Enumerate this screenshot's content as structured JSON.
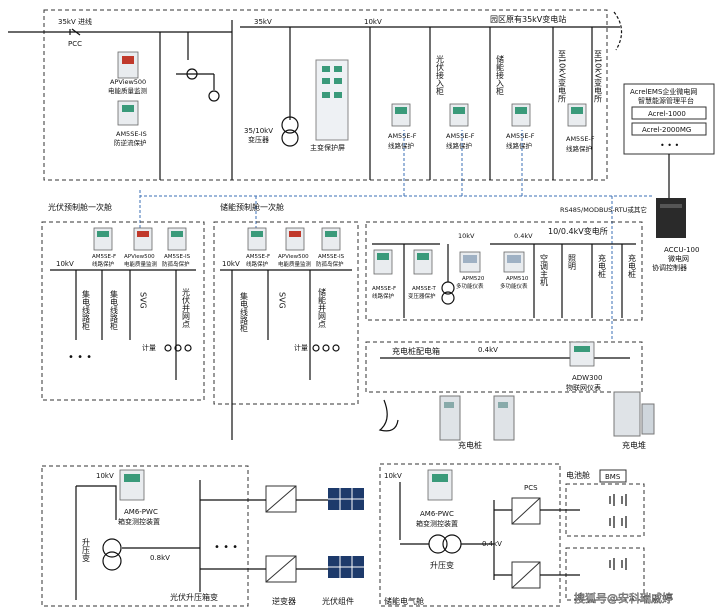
{
  "labels": {
    "line_in": "35kV 进线",
    "pcc": "PCC",
    "bus_35kv": "35kV",
    "bus_10kv_top": "10kV",
    "station_orig": "园区原有35kV变电站",
    "apview_a": "APView500",
    "apview_a2": "电能质量监测",
    "am5se_is": "AM5SE-IS",
    "am5se_is2": "防逆流保护",
    "transformer_a": "35/10kV",
    "transformer_a2": "变压器",
    "main_prot": "主变保护屏",
    "pv_cab": "光伏接入柜",
    "es_cab": "储能接入柜",
    "to_sub1": "至10kV变电所",
    "to_sub2": "至10kV变电所",
    "am5se_f1": "AM5SE-F",
    "line_prot1": "线路保护",
    "am5se_f2": "AM5SE-F",
    "line_prot2": "线路保护",
    "am5se_f3": "AM5SE-F",
    "line_prot3": "线路保护",
    "am5se_f4": "AM5SE-F",
    "line_prot4": "线路保护",
    "platform_title1": "AcrelEMS企业微电网",
    "platform_title2": "智慧能源管理平台",
    "platform_row1": "Acrel-1000",
    "platform_row2": "Acrel-2000MG",
    "platform_more": "• • •",
    "pv_hut": "光伏预制舱一次舱",
    "es_hut": "储能预制舱一次舱",
    "protocol": "RS485/MODBUS-RTU或其它",
    "accu1": "ACCU-100",
    "accu2": "微电网",
    "accu3": "协调控制器",
    "sub_04": "10/0.4kV变电所",
    "pv_10kv": "10kV",
    "es_10kv": "10kV",
    "mini_am5sef": "AM5SE-F",
    "mini_line": "线路保护",
    "mini_apview": "APView500",
    "mini_pq": "电能质量监测",
    "mini_am5seis": "AM5SE-IS",
    "mini_island": "防孤岛保护",
    "collect1": "集电线路柜",
    "collect2": "集电线路柜",
    "svg1": "SVG",
    "pv_grid": "光伏并网点",
    "es_collect": "集电线路柜",
    "svg2": "SVG",
    "es_grid": "储能并网点",
    "dots": "• • •",
    "meter1": "计量",
    "meter2": "计量",
    "s_10kv": "10kV",
    "s_04kv": "0.4kV",
    "line_prot5": "线路保护",
    "am5se_f5": "AM5SE-F",
    "trans_prot": "变压器保护",
    "am5se_t": "AM5SE-T",
    "apm520": "APM520",
    "multi_meter1": "多功能仪表",
    "apm510": "APM510",
    "multi_meter2": "多功能仪表",
    "ac_host": "空调主机",
    "lighting": "照明",
    "charge_pile1": "充电桩",
    "charge_pile2": "充电桩",
    "charge_box": "充电桩配电箱",
    "box_04kv": "0.4kV",
    "adw300": "ADW300",
    "iot_meter": "物联网仪表",
    "charge_pile3": "充电桩",
    "charge_pile4": "充电堆",
    "pv_box_10kv": "10kV",
    "am6_a": "AM6-PWC",
    "am6_a2": "箱变测控装置",
    "boost_a": "升压变",
    "v08": "0.8kV",
    "pv_boost_box": "光伏升压箱变",
    "inverter": "逆变器",
    "pv_module": "光伏组件",
    "es_10kv2": "10kV",
    "am6_b": "AM6-PWC",
    "am6_b2": "箱变测控装置",
    "boost_b": "升压变",
    "v04b": "0.4kV",
    "pcs": "PCS",
    "es_elec": "储能电气舱",
    "battery": "电池舱",
    "bms": "BMS",
    "watermark": "搜狐号@安科瑞戚婷"
  }
}
